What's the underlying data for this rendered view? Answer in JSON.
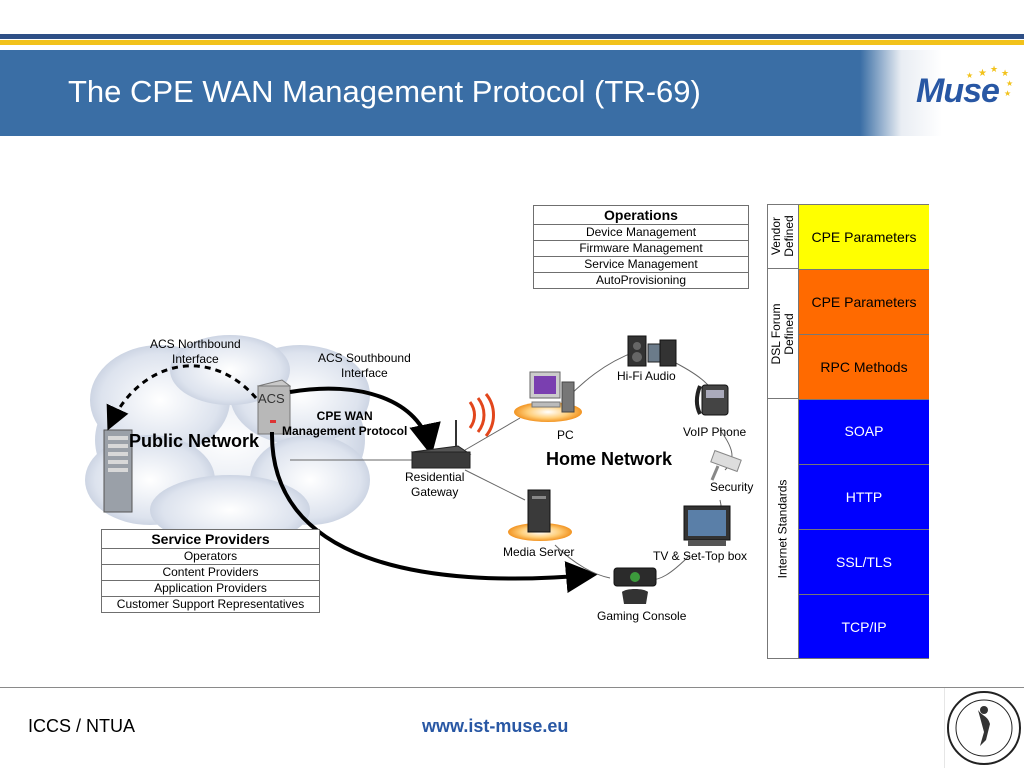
{
  "header": {
    "title": "The CPE WAN Management Protocol (TR-69)",
    "logo_text": "Muse"
  },
  "operations": {
    "title": "Operations",
    "items": [
      "Device Management",
      "Firmware Management",
      "Service Management",
      "AutoProvisioning"
    ]
  },
  "service_providers": {
    "title": "Service Providers",
    "items": [
      "Operators",
      "Content Providers",
      "Application Providers",
      "Customer Support Representatives"
    ]
  },
  "stack": {
    "groups": [
      "Vendor Defined",
      "DSL Forum Defined",
      "Internet Standards"
    ],
    "layers": [
      {
        "label": "CPE Parameters",
        "color": "#ffff00",
        "text_color": "#000000"
      },
      {
        "label": "CPE Parameters",
        "color": "#ff6a00",
        "text_color": "#000000"
      },
      {
        "label": "RPC Methods",
        "color": "#ff6a00",
        "text_color": "#000000"
      },
      {
        "label": "SOAP",
        "color": "#0000ff",
        "text_color": "#ffffff"
      },
      {
        "label": "HTTP",
        "color": "#0000ff",
        "text_color": "#ffffff"
      },
      {
        "label": "SSL/TLS",
        "color": "#0000ff",
        "text_color": "#ffffff"
      },
      {
        "label": "TCP/IP",
        "color": "#0000ff",
        "text_color": "#ffffff"
      }
    ]
  },
  "diagram": {
    "acs_northbound": "ACS Northbound\nInterface",
    "acs_southbound": "ACS Southbound\nInterface",
    "acs": "ACS",
    "cpe_wan": "CPE WAN\nManagement Protocol",
    "public_network": "Public Network",
    "home_network": "Home Network",
    "residential_gateway": "Residential\nGateway",
    "pc": "PC",
    "hifi_audio": "Hi-Fi Audio",
    "voip_phone": "VoIP Phone",
    "security": "Security",
    "media_server": "Media Server",
    "tv_settop": "TV & Set-Top box",
    "gaming_console": "Gaming Console"
  },
  "footer": {
    "left": "ICCS / NTUA",
    "url": "www.ist-muse.eu"
  }
}
